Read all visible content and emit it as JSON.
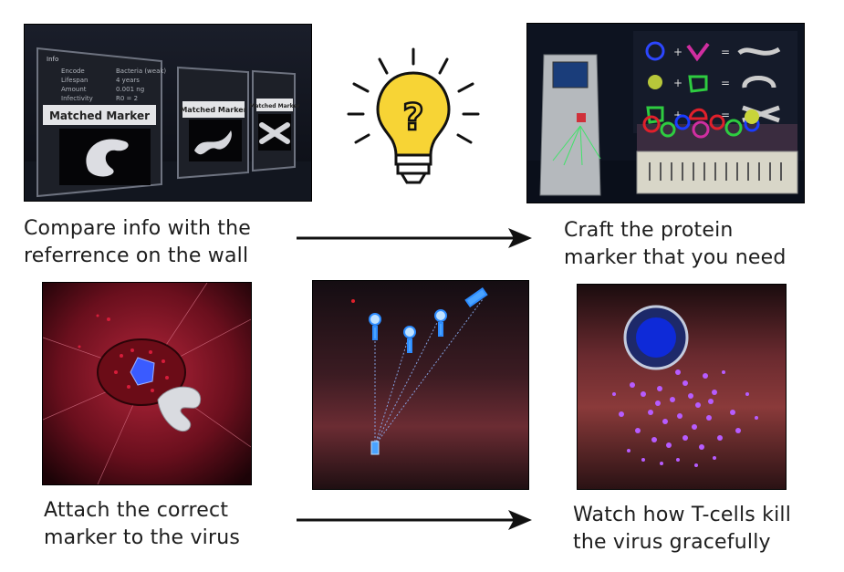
{
  "steps": [
    {
      "caption_line1": "Compare info with the",
      "caption_line2": "referrence on the wall"
    },
    {
      "caption_line1": "Craft the protein",
      "caption_line2": "marker that you need"
    },
    {
      "caption_line1": "Attach the correct",
      "caption_line2": "marker to the virus"
    },
    {
      "caption_line1": "Watch how T-cells kill",
      "caption_line2": "the virus gracefully"
    }
  ],
  "panel1": {
    "board_title_main": "Matched Marker",
    "board_title_2": "Matched Marker",
    "board_title_3": "Matched Marker",
    "info_header": "Info",
    "info_rows": [
      {
        "k": "Encode",
        "v": "Bacteria (weak)"
      },
      {
        "k": "Lifespan",
        "v": "4 years"
      },
      {
        "k": "Amount",
        "v": "0.001 ng"
      },
      {
        "k": "Infectivity",
        "v": "R0 = 2"
      }
    ]
  },
  "panel2": {
    "recipe_ops": [
      "+",
      "=",
      "+",
      "=",
      "+",
      "="
    ]
  },
  "lightbulb": {
    "symbol": "?"
  },
  "colors": {
    "arrow": "#111111",
    "bulb": "#f7d435",
    "marker_blue": "#1a3cff",
    "marker_green": "#2ecc40",
    "marker_red": "#e0202b",
    "tcell": "#a44dff"
  }
}
